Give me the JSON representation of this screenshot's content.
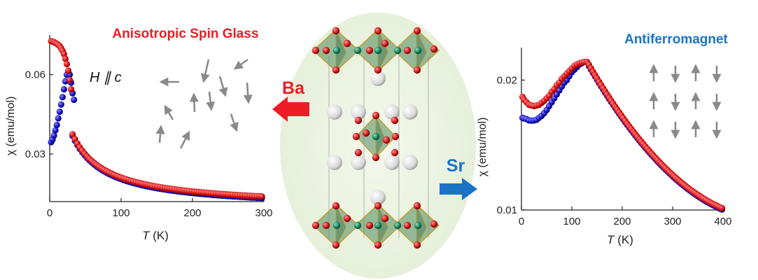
{
  "colors": {
    "spin_glass_title": "#ee1c25",
    "afm_title": "#1a73c7",
    "ba_arrow": "#ee1c25",
    "sr_arrow": "#1a73c7",
    "red_points": "#dd1111",
    "blue_points": "#1a1acc",
    "arrow_gray": "#8a8a8a",
    "axis": "#222222",
    "octahedron": "#4f8a5c",
    "oxygen": "#d61c1c",
    "metal": "#1f8a63",
    "cation": "#e2e2e2",
    "crystal_bg": "#eef5e6"
  },
  "labels": {
    "ba": "Ba",
    "sr": "Sr",
    "field_direction_italic_h": "H",
    "field_direction_rest": " ∥ c"
  },
  "chart_data": [
    {
      "type": "scatter",
      "title": "Anisotropic Spin Glass",
      "xlabel_italic": "T",
      "xlabel_rest": " (K)",
      "ylabel": "χ (emu/mol)",
      "xlim": [
        0,
        300
      ],
      "ylim": [
        0.012,
        0.075
      ],
      "xticks": [
        "0",
        "100",
        "200",
        "300"
      ],
      "xtick_values": [
        0,
        100,
        200,
        300
      ],
      "yticks": [
        "0.03",
        "0.06"
      ],
      "ytick_values": [
        0.03,
        0.06
      ],
      "grid": false,
      "series": [
        {
          "color": "blue",
          "points": [
            [
              2,
              0.0345
            ],
            [
              4,
              0.0355
            ],
            [
              6,
              0.037
            ],
            [
              8,
              0.039
            ],
            [
              10,
              0.041
            ],
            [
              12,
              0.0435
            ],
            [
              14,
              0.046
            ],
            [
              16,
              0.0487
            ],
            [
              18,
              0.0515
            ],
            [
              20,
              0.0545
            ],
            [
              22,
              0.0575
            ],
            [
              24,
              0.06
            ],
            [
              26,
              0.0615
            ],
            [
              28,
              0.06
            ],
            [
              30,
              0.057
            ],
            [
              32,
              0.053
            ],
            [
              34,
              0.0505
            ]
          ]
        },
        {
          "color": "red",
          "points": [
            [
              2,
              0.0727
            ],
            [
              4,
              0.0725
            ],
            [
              6,
              0.0723
            ],
            [
              8,
              0.072
            ],
            [
              10,
              0.0717
            ],
            [
              12,
              0.0713
            ],
            [
              14,
              0.0708
            ],
            [
              16,
              0.07
            ],
            [
              18,
              0.069
            ],
            [
              20,
              0.0678
            ],
            [
              22,
              0.066
            ],
            [
              24,
              0.064
            ],
            [
              26,
              0.0615
            ],
            [
              28,
              0.058
            ],
            [
              30,
              0.0545
            ]
          ]
        }
      ],
      "tail": {
        "t_start": 32,
        "t_end": 300,
        "t_step": 3.4,
        "a": 1.3,
        "b": 15,
        "c": 0.0098,
        "blue_offset": -0.0006
      }
    },
    {
      "type": "scatter",
      "title": "Antiferromagnet",
      "xlabel_italic": "T",
      "xlabel_rest": " (K)",
      "ylabel": "χ (emu/mol)",
      "xlim": [
        0,
        400
      ],
      "ylim": [
        0.01,
        0.0225
      ],
      "xticks": [
        "0",
        "100",
        "200",
        "300",
        "400"
      ],
      "xtick_values": [
        0,
        100,
        200,
        300,
        400
      ],
      "yticks": [
        "0.01",
        "0.02"
      ],
      "ytick_values": [
        0.01,
        0.02
      ],
      "grid": false,
      "series": [
        {
          "color": "blue",
          "points": [
            [
              2,
              0.0171
            ],
            [
              5,
              0.01705
            ],
            [
              10,
              0.017
            ],
            [
              15,
              0.0169
            ],
            [
              20,
              0.01688
            ],
            [
              25,
              0.0169
            ],
            [
              30,
              0.01695
            ],
            [
              35,
              0.0171
            ],
            [
              40,
              0.01725
            ],
            [
              45,
              0.01745
            ],
            [
              50,
              0.0177
            ],
            [
              55,
              0.018
            ],
            [
              60,
              0.0183
            ],
            [
              65,
              0.0186
            ],
            [
              70,
              0.0189
            ],
            [
              75,
              0.0192
            ],
            [
              80,
              0.0195
            ],
            [
              85,
              0.0198
            ],
            [
              90,
              0.02
            ],
            [
              95,
              0.0203
            ],
            [
              100,
              0.0206
            ],
            [
              105,
              0.0208
            ],
            [
              110,
              0.021
            ],
            [
              115,
              0.0212
            ],
            [
              120,
              0.0213
            ],
            [
              125,
              0.0214
            ],
            [
              130,
              0.02138
            ]
          ]
        },
        {
          "color": "red",
          "points": [
            [
              2,
              0.0187
            ],
            [
              5,
              0.0185
            ],
            [
              10,
              0.0183
            ],
            [
              15,
              0.0181
            ],
            [
              20,
              0.01805
            ],
            [
              25,
              0.018
            ],
            [
              30,
              0.01805
            ],
            [
              35,
              0.0181
            ],
            [
              40,
              0.01825
            ],
            [
              45,
              0.0184
            ],
            [
              50,
              0.0186
            ],
            [
              55,
              0.0188
            ],
            [
              60,
              0.0191
            ],
            [
              65,
              0.0193
            ],
            [
              70,
              0.0196
            ],
            [
              75,
              0.0198
            ],
            [
              80,
              0.0201
            ],
            [
              85,
              0.0203
            ],
            [
              90,
              0.0205
            ],
            [
              95,
              0.0207
            ],
            [
              100,
              0.0209
            ],
            [
              105,
              0.0211
            ],
            [
              110,
              0.0212
            ],
            [
              115,
              0.0213
            ],
            [
              120,
              0.02135
            ],
            [
              125,
              0.0214
            ],
            [
              130,
              0.0214
            ]
          ]
        }
      ],
      "tail": {
        "t_start": 134,
        "t_end": 398,
        "t_step": 4
      }
    }
  ]
}
